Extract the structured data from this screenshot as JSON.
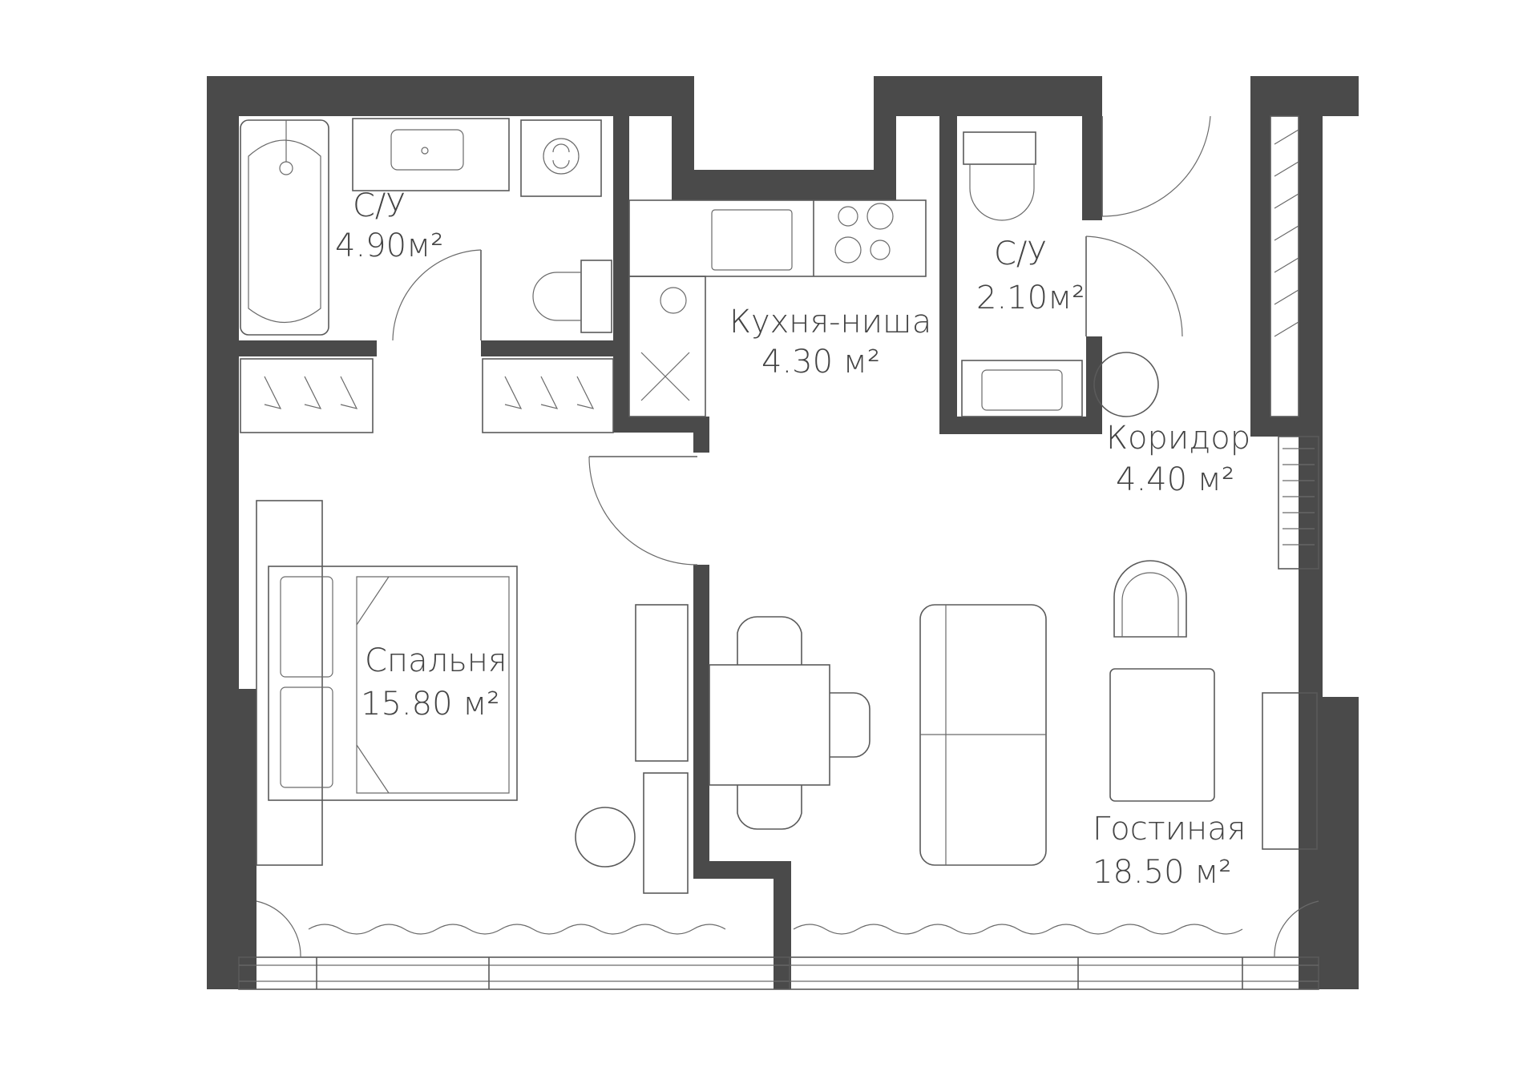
{
  "colors": {
    "wall": "#4a4a4a",
    "line": "#5a5a5a",
    "text": "#444444",
    "background": "#ffffff"
  },
  "rooms": {
    "bath1": {
      "name": "С/У",
      "area": "4.90м²"
    },
    "kitchen": {
      "name": "Кухня-ниша",
      "area": "4.30 м²"
    },
    "bath2": {
      "name": "С/У",
      "area": "2.10м²"
    },
    "corridor": {
      "name": "Коридор",
      "area": "4.40 м²"
    },
    "bedroom": {
      "name": "Спальня",
      "area": "15.80 м²"
    },
    "living": {
      "name": "Гостиная",
      "area": "18.50 м²"
    }
  },
  "icons": [
    "bathtub-icon",
    "sink-icon",
    "washing-machine-icon",
    "toilet-icon",
    "stove-icon",
    "hanger-icon",
    "bed-icon",
    "table-icon",
    "chair-icon",
    "sofa-icon",
    "armchair-icon",
    "door-icon",
    "window-icon",
    "curtain-icon"
  ]
}
